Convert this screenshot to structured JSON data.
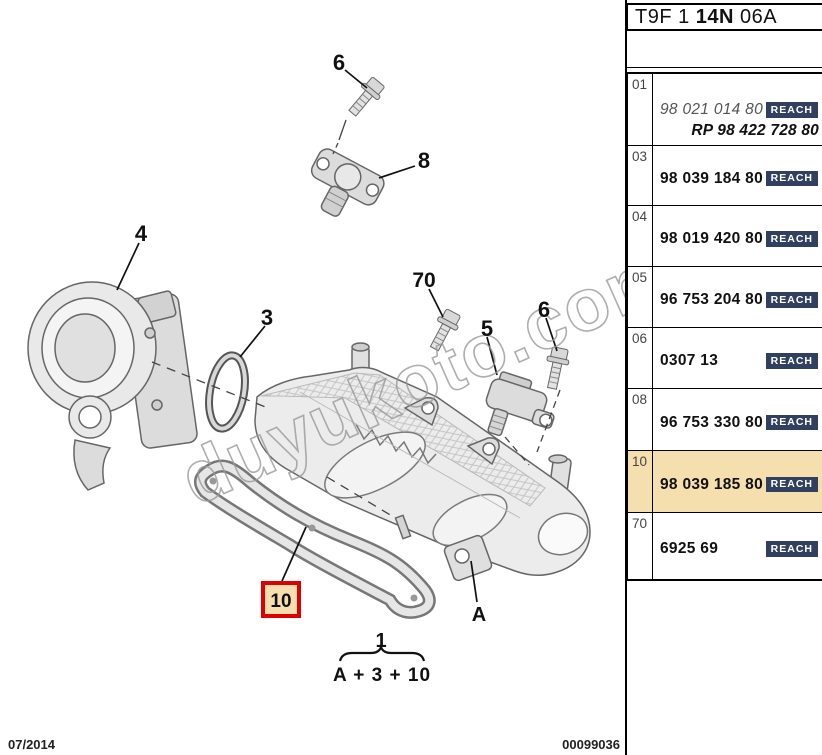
{
  "header": {
    "code_prefix": "T9F 1",
    "code_bold": "14N",
    "code_suffix": "06A"
  },
  "table": {
    "rows": [
      {
        "ref": "01",
        "part_number": "98 021 014 80",
        "reach": "REACH",
        "rp_number": "RP 98 422 728 80",
        "highlighted": false
      },
      {
        "ref": "03",
        "part_number": "98 039 184 80",
        "reach": "REACH",
        "highlighted": false
      },
      {
        "ref": "04",
        "part_number": "98 019 420 80",
        "reach": "REACH",
        "highlighted": false
      },
      {
        "ref": "05",
        "part_number": "96 753 204 80",
        "reach": "REACH",
        "highlighted": false
      },
      {
        "ref": "06",
        "part_number": "0307 13",
        "reach": "REACH",
        "highlighted": false
      },
      {
        "ref": "08",
        "part_number": "96 753 330 80",
        "reach": "REACH",
        "highlighted": false
      },
      {
        "ref": "10",
        "part_number": "98 039 185 80",
        "reach": "REACH",
        "highlighted": true
      },
      {
        "ref": "70",
        "part_number": "6925 69",
        "reach": "REACH",
        "highlighted": false
      }
    ]
  },
  "footer": {
    "date": "07/2014",
    "document_number": "00099036"
  },
  "diagram": {
    "watermark": "duyukoto.com",
    "callouts": {
      "bolt_top": "6",
      "sensor_8": "8",
      "throttle_body": "4",
      "o_ring": "3",
      "bolt_70": "70",
      "sensor_5": "5",
      "bolt_right": "6",
      "manifold": "A",
      "gasket": "10",
      "assembly": "1",
      "assembly_formula": "A + 3 + 10"
    }
  },
  "colors": {
    "reach_badge_bg": "#31405f",
    "reach_badge_text": "#ffffff",
    "highlight_row_bg": "#f6dfaf",
    "gasket_callout_border": "#dd0000"
  }
}
